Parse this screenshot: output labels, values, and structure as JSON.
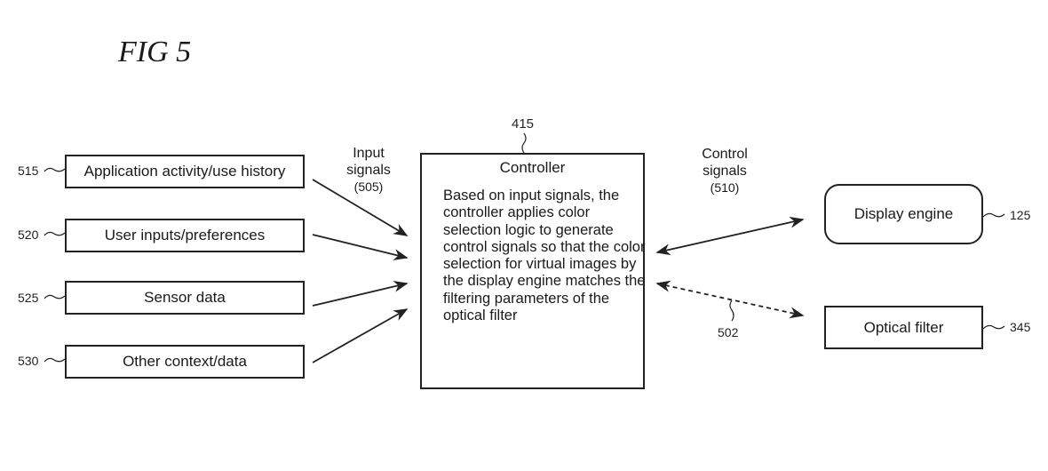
{
  "figure": {
    "title": "FIG 5"
  },
  "inputs": [
    {
      "ref": "515",
      "label": "Application activity/use history"
    },
    {
      "ref": "520",
      "label": "User inputs/preferences"
    },
    {
      "ref": "525",
      "label": "Sensor data"
    },
    {
      "ref": "530",
      "label": "Other context/data"
    }
  ],
  "input_signals": {
    "line1": "Input",
    "line2": "signals",
    "ref": "(505)"
  },
  "controller": {
    "ref": "415",
    "title": "Controller",
    "description": "Based on input signals, the controller applies color selection logic to generate control signals so that the color selection for virtual images by the display engine matches the filtering parameters of the optical filter"
  },
  "control_signals": {
    "line1": "Control",
    "line2": "signals",
    "ref": "(510)"
  },
  "outputs": [
    {
      "ref": "125",
      "label": "Display engine",
      "shape": "rounded",
      "link": "solid-bidirectional"
    },
    {
      "ref": "345",
      "label": "Optical filter",
      "shape": "rectangle",
      "link": "dashed-bidirectional",
      "link_ref": "502"
    }
  ]
}
